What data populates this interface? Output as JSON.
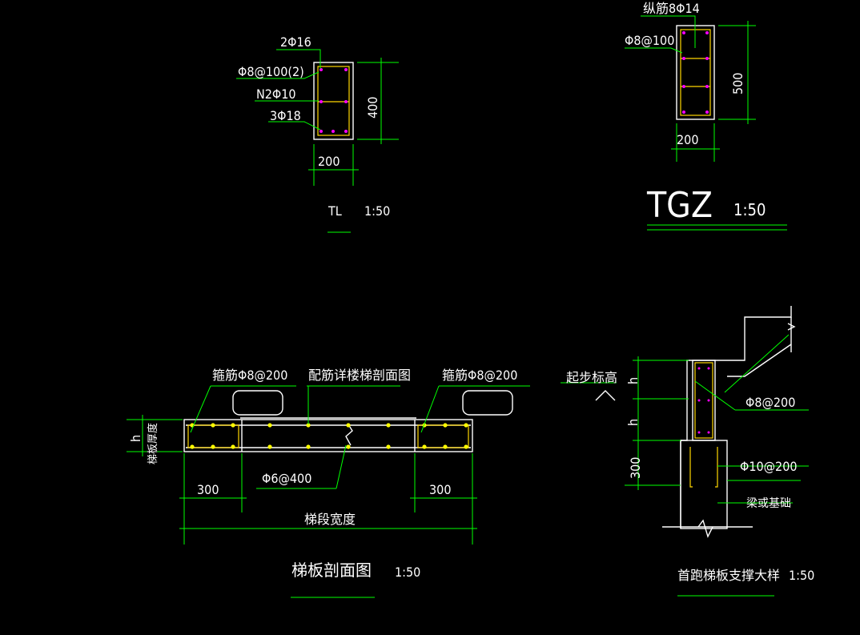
{
  "tl_section": {
    "top_bars": "2Φ16",
    "stirrup": "Φ8@100(2)",
    "waist_bars": "N2Φ10",
    "bottom_bars": "3Φ18",
    "height": "400",
    "width": "200",
    "title": "TL",
    "scale": "1:50"
  },
  "tgz_section": {
    "long_bars": "纵筋8Φ14",
    "stirrup": "Φ8@100",
    "height": "500",
    "width": "200",
    "title": "TGZ",
    "scale": "1:50"
  },
  "slab_section": {
    "stirrup_left": "箍筋Φ8@200",
    "rebar_note": "配筋详楼梯剖面图",
    "stirrup_right": "箍筋Φ8@200",
    "thickness_h": "h",
    "thickness_label": "梯板厚度",
    "dist_bars": "Φ6@400",
    "left_width": "300",
    "right_width": "300",
    "total_width": "梯段宽度",
    "title": "梯板剖面图",
    "scale": "1:50"
  },
  "support_detail": {
    "start_elevation": "起步标高",
    "h1": "h",
    "h2": "h",
    "depth": "300",
    "stirrup_upper": "Φ8@200",
    "stirrup_lower": "Φ10@200",
    "foundation": "梁或基础",
    "title": "首跑梯板支撑大样",
    "scale": "1:50"
  },
  "colors": {
    "background": "#000000",
    "lines": "#ffffff",
    "dimensions": "#00ff00",
    "rebar_dots": "#ffff00",
    "tie_bars": "#ff00ff"
  }
}
